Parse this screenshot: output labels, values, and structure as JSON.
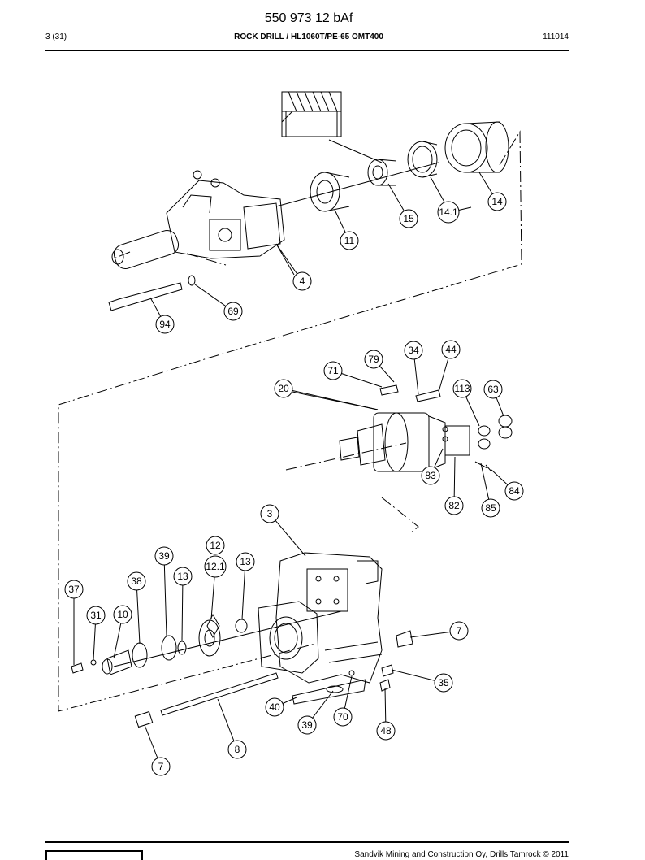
{
  "header": {
    "document_number": "550 973 12 bAf",
    "page": "3 (31)",
    "title": "ROCK DRILL / HL1060T/PE-65 OMT400",
    "code": "111014"
  },
  "callouts": [
    "14",
    "15",
    "14.1",
    "11",
    "4",
    "69",
    "94",
    "79",
    "34",
    "44",
    "71",
    "20",
    "113",
    "63",
    "83",
    "84",
    "82",
    "85",
    "3",
    "12",
    "39",
    "12.1",
    "13",
    "13",
    "38",
    "37",
    "31",
    "10",
    "7",
    "35",
    "40",
    "70",
    "39",
    "48",
    "8",
    "7"
  ],
  "footer": {
    "copyright": "Sandvik Mining and Construction Oy, Drills Tamrock © 2011"
  }
}
